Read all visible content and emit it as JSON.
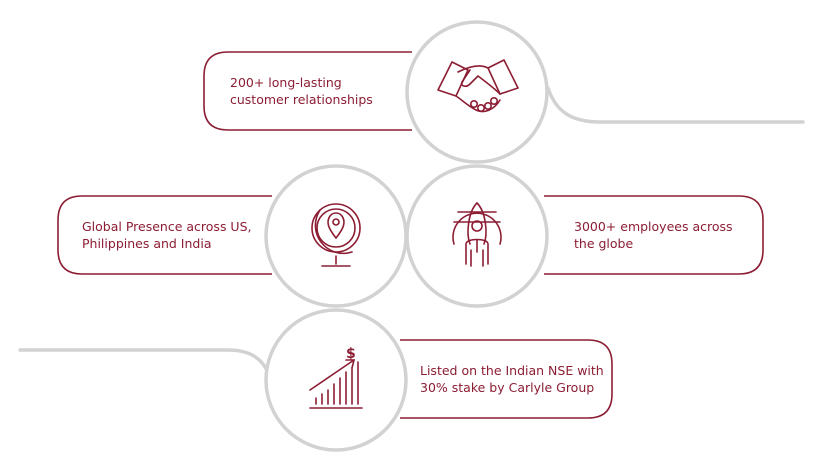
{
  "colors": {
    "accent": "#8c1d33",
    "connector": "#d2d2d2",
    "background": "#ffffff"
  },
  "cards": [
    {
      "id": "relationships",
      "icon": "handshake-icon",
      "lines": [
        "200+ long-lasting",
        "customer relationships"
      ]
    },
    {
      "id": "global-presence",
      "icon": "globe-location-icon",
      "lines": [
        "Global Presence across US,",
        "Philippines and India"
      ]
    },
    {
      "id": "employees",
      "icon": "globe-person-icon",
      "lines": [
        "3000+ employees across",
        "the globe"
      ]
    },
    {
      "id": "listing",
      "icon": "growth-chart-dollar-icon",
      "lines": [
        "Listed on the Indian NSE with",
        "30% stake by Carlyle Group"
      ]
    }
  ]
}
